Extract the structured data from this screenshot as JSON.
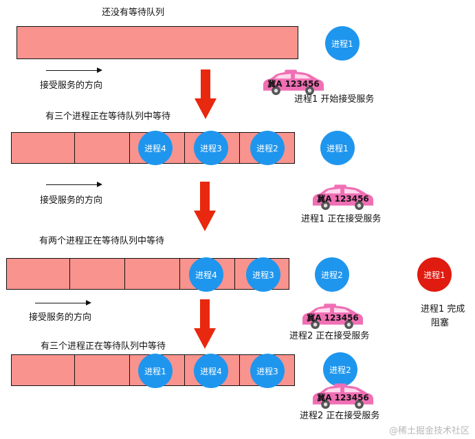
{
  "labels": {
    "no_queue": "还没有等待队列",
    "three_waiting": "有三个进程正在等待队列中等待",
    "two_waiting": "有两个进程正在等待队列中等待",
    "three_waiting_again": "有三个进程正在等待队列中等待",
    "service_direction": "接受服务的方向",
    "p1_start": "进程1 开始接受服务",
    "p1_in_service": "进程1 正在接受服务",
    "p2_in_service": "进程2 正在接受服务",
    "p2_in_service_again": "进程2 正在接受服务",
    "p1_complete_line1": "进程1 完成",
    "p1_complete_line2": "阻塞"
  },
  "processes": {
    "p1": "进程1",
    "p2": "进程2",
    "p3": "进程3",
    "p4": "进程4"
  },
  "taxi": {
    "plate": "冀A 123456",
    "icon": "taxi-icon",
    "color": "#f06fb4"
  },
  "colors": {
    "queue_fill": "#f9938e",
    "process_waiting": "#1f96ee",
    "process_complete": "#e01b10",
    "flow_arrow": "#e8280f"
  },
  "icons": {
    "flow": "arrow-down-icon",
    "direction": "arrow-right-icon"
  },
  "watermark": "@稀土掘金技术社区"
}
